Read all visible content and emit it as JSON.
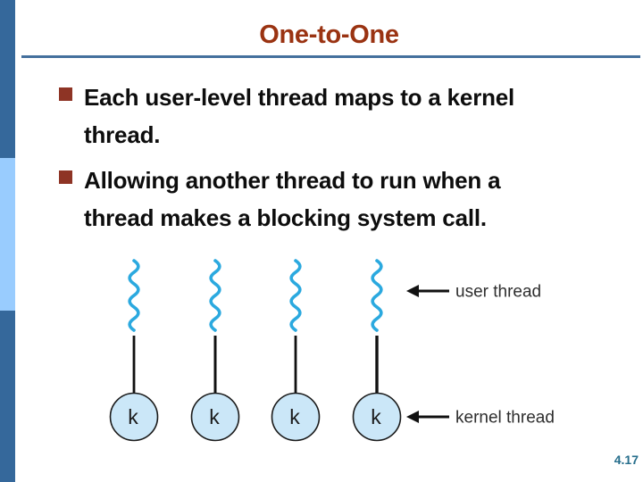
{
  "slide": {
    "title": "One-to-One",
    "page_number": "4.17"
  },
  "bullets": [
    {
      "text": "Each user-level thread maps to a kernel thread."
    },
    {
      "text": "Allowing another thread to run when a thread makes a blocking system call."
    }
  ],
  "diagram": {
    "user_thread_label": "user thread",
    "kernel_thread_label": "kernel thread",
    "kernel_node_label": "k",
    "user_thread_count": 4,
    "kernel_thread_count": 4
  },
  "colors": {
    "title": "#9A3312",
    "bullet_marker": "#8E3425",
    "title_rule": "#44709D",
    "sidebar_dark": "#35689B",
    "sidebar_light": "#99CCFE",
    "user_thread_squiggle": "#2BA9DF",
    "kernel_node_fill": "#CBE7F8",
    "kernel_node_stroke": "#1b1b1b",
    "page_number": "#266E8C"
  }
}
